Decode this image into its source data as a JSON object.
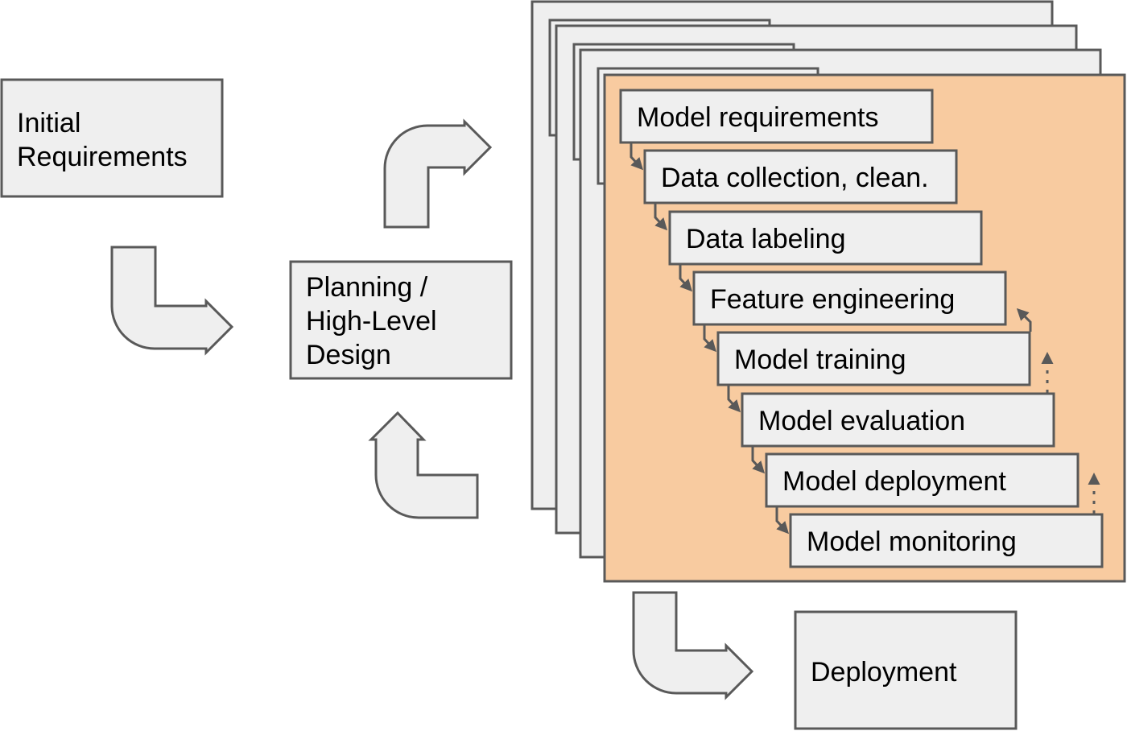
{
  "colors": {
    "box_fill": "#efefef",
    "box_stroke": "#595959",
    "iteration_fill": "#f8cba0",
    "text": "#000000"
  },
  "initial_requirements": {
    "line1": "Initial",
    "line2": "Requirements"
  },
  "planning": {
    "line1": "Planning /",
    "line2": "High-Level",
    "line3": "Design"
  },
  "deployment": {
    "label": "Deployment"
  },
  "steps": [
    "Model requirements",
    "Data collection, clean.",
    "Data labeling",
    "Feature engineering",
    "Model training",
    "Model evaluation",
    "Model deployment",
    "Model monitoring"
  ]
}
